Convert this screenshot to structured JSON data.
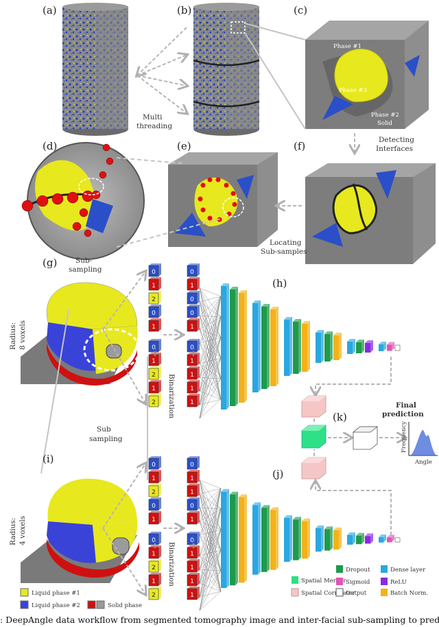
{
  "panels": {
    "a": "(a)",
    "b": "(b)",
    "c": "(c)",
    "d": "(d)",
    "e": "(e)",
    "f": "(f)",
    "g": "(g)",
    "h": "(h)",
    "i": "(i)",
    "j": "(j)",
    "k": "(k)"
  },
  "labels": {
    "multi": "Multi",
    "threading": "threading",
    "phase1": "Phase #1",
    "phase3": "Phase #3",
    "phase2": "Phase #2",
    "solid": "Solid",
    "detecting": "Detecting",
    "interfaces": "Interfaces",
    "locating": "Locating",
    "subsamples": "Sub-samples",
    "sub_g1": "Sub-",
    "sub_g2": "sampling",
    "radius8": "Radius:",
    "voxels8": "8 voxels",
    "radius4": "Radius:",
    "voxels4": "4 voxels",
    "binarization": "Binarization",
    "sub_mid1": "Sub",
    "sub_mid2": "sampling",
    "final1": "Final",
    "final2": "prediction",
    "frequency": "Frequency",
    "angle": "Angle"
  },
  "vectors": {
    "g_ternary": [
      "0",
      "1",
      "2",
      "0",
      "1"
    ],
    "g_ternary2": [
      "0",
      "1",
      "2",
      "1",
      "2"
    ],
    "g_binary": [
      "0",
      "1",
      "0",
      "0",
      "1"
    ],
    "g_binary2": [
      "0",
      "1",
      "1",
      "1",
      "1"
    ],
    "i_ternary": [
      "0",
      "1",
      "2",
      "0",
      "1"
    ],
    "i_ternary2": [
      "0",
      "1",
      "2",
      "1",
      "2"
    ],
    "i_binary": [
      "0",
      "1",
      "1",
      "0",
      "1"
    ],
    "i_binary2": [
      "0",
      "1",
      "1",
      "1",
      "1"
    ]
  },
  "legend_left": {
    "liquid1": "Liquid phase #1",
    "liquid2": "Liquid phase #2",
    "solidphase": "Solid phase"
  },
  "legend_right": {
    "dropout": "Dropout",
    "dense": "Dense layer",
    "merger": "Spatial Merger",
    "sigmoid": "Sigmoid",
    "relu": "ReLU",
    "correlator": "Spatial Correlator",
    "output": "Output",
    "batchnorm": "Batch Norm."
  },
  "caption": ": DeepAngle data workflow from segmented tomography image and inter-facial sub-sampling to prediction of",
  "colors": {
    "blue_phase": "#2a4fc9",
    "yellow_phase": "#e8e81f",
    "red_phase": "#d01010",
    "dense": "#29a8e0",
    "dropout": "#1e9a4a",
    "batchnorm": "#f3b21a",
    "relu": "#8a2be2",
    "sigmoid": "#e055b5",
    "output": "#ffffff",
    "merger": "#2ee087",
    "correlator": "#f6c6c6"
  }
}
